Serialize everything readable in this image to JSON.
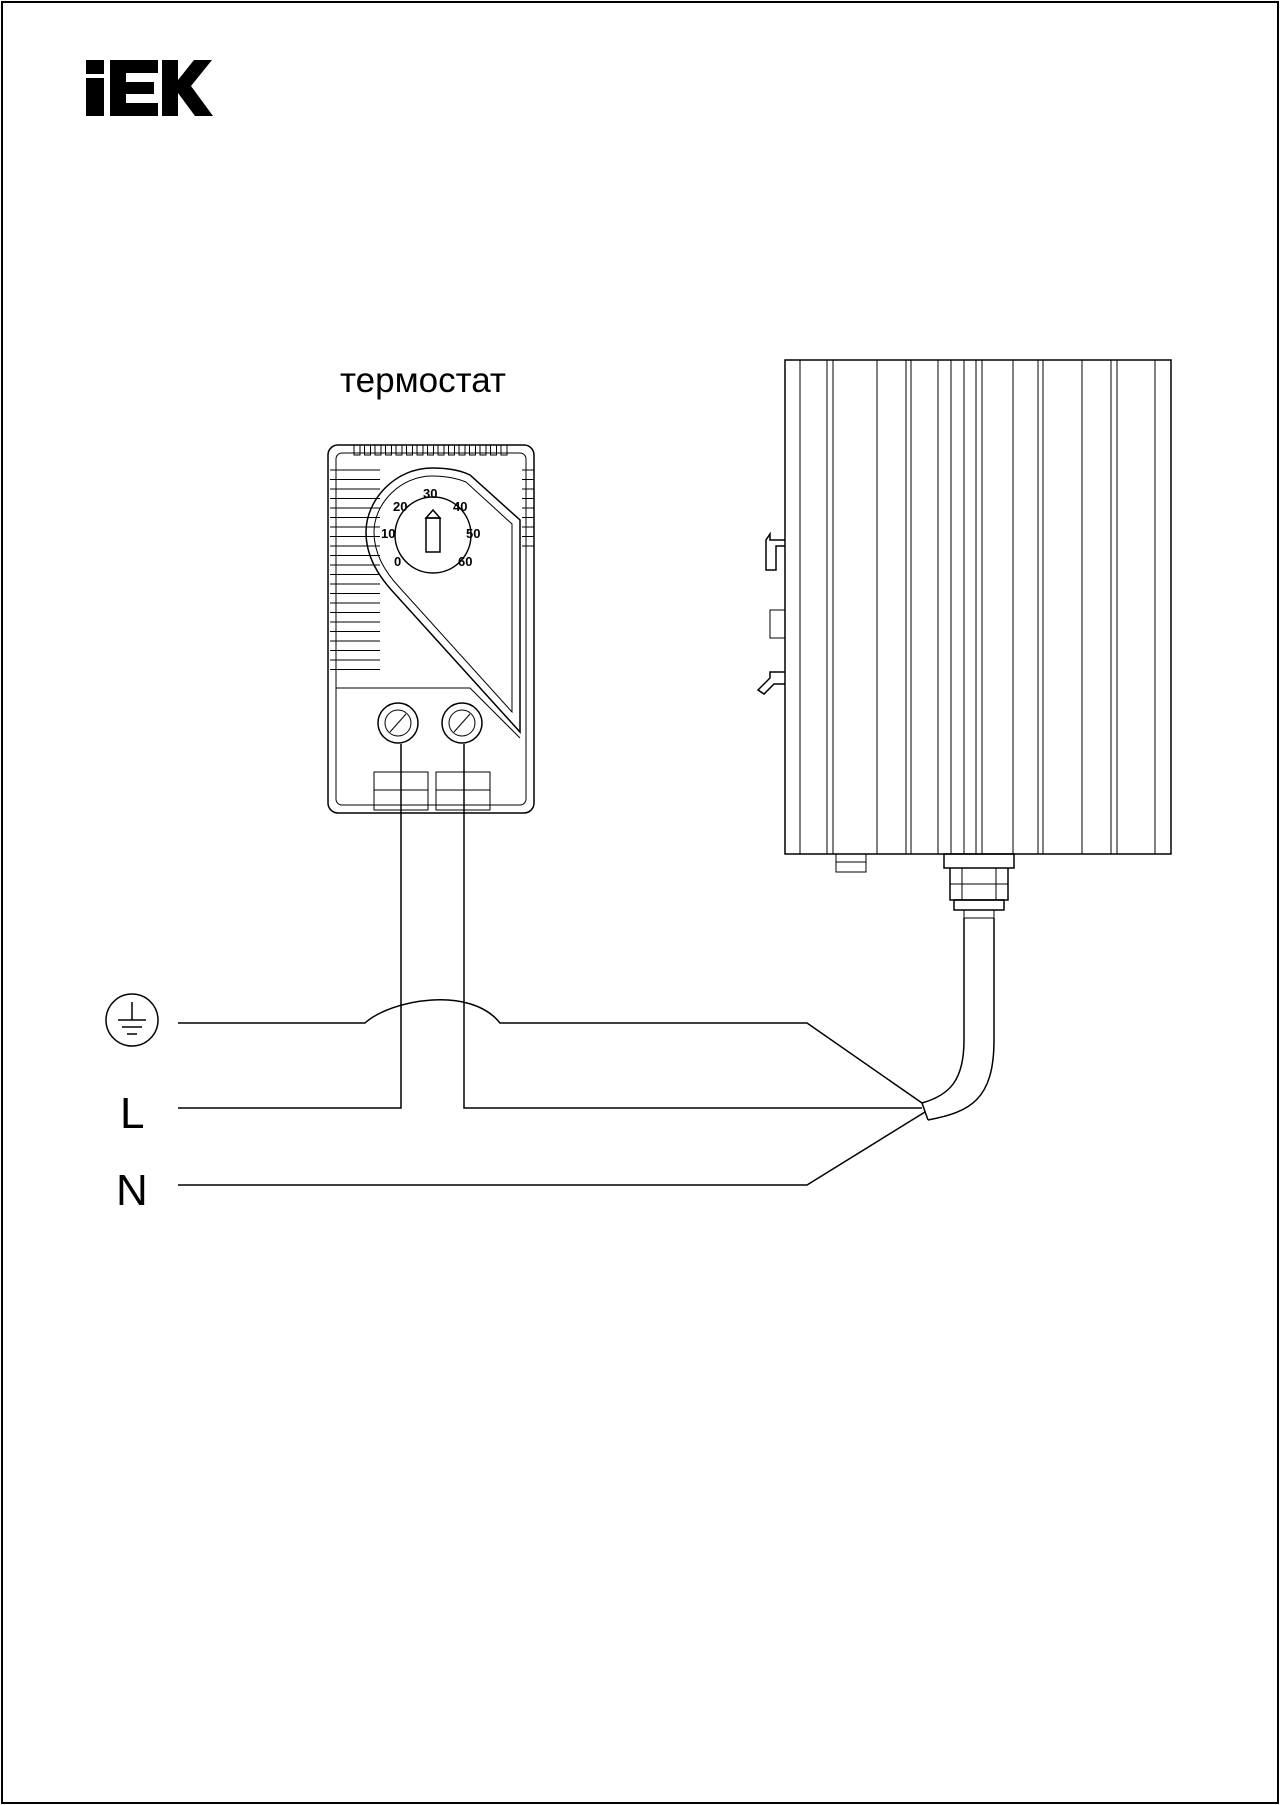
{
  "logo": {
    "text": "IEK"
  },
  "thermostat": {
    "title": "термостат",
    "dial": {
      "scale": [
        "0",
        "10",
        "20",
        "30",
        "40",
        "50",
        "60"
      ]
    }
  },
  "terminals": {
    "earth_symbol": "earth-ground-icon",
    "line": "L",
    "neutral": "N"
  },
  "colors": {
    "ink": "#000000",
    "paper": "#ffffff"
  }
}
